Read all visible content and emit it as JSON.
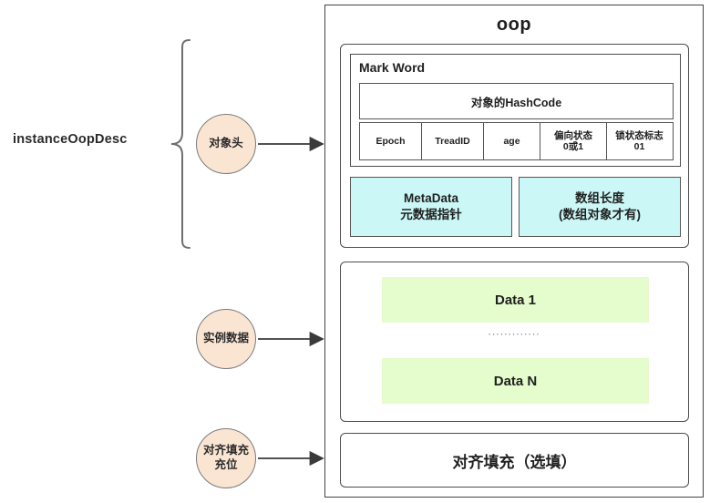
{
  "diagram": {
    "left_label": "instanceOopDesc",
    "title": "oop",
    "colors": {
      "circle_fill": "#fae5d3",
      "metadata_fill": "#ccf7f7",
      "data_fill": "#e5fccd",
      "stroke": "#4d4d4d"
    }
  },
  "circles": [
    {
      "label": "对象头"
    },
    {
      "label": "实例数据"
    },
    {
      "label": "对齐填充充位"
    }
  ],
  "object_header": {
    "mark_word": {
      "title": "Mark Word",
      "hashcode_row": "对象的HashCode",
      "fields": [
        {
          "label": "Epoch",
          "width": 68
        },
        {
          "label": "TreadID",
          "width": 68
        },
        {
          "label": "age",
          "width": 62
        },
        {
          "label": "偏向状态\n0或1",
          "width": 73
        },
        {
          "label": "锁状态标志\n01",
          "width": 71
        }
      ]
    },
    "metadata": [
      {
        "line1": "MetaData",
        "line2": "元数据指针"
      },
      {
        "line1": "数组长度",
        "line2": "(数组对象才有)"
      }
    ]
  },
  "instance_data": {
    "first": "Data 1",
    "dots": "·············",
    "last": "Data N"
  },
  "padding": {
    "label": "对齐填充（选填）"
  }
}
